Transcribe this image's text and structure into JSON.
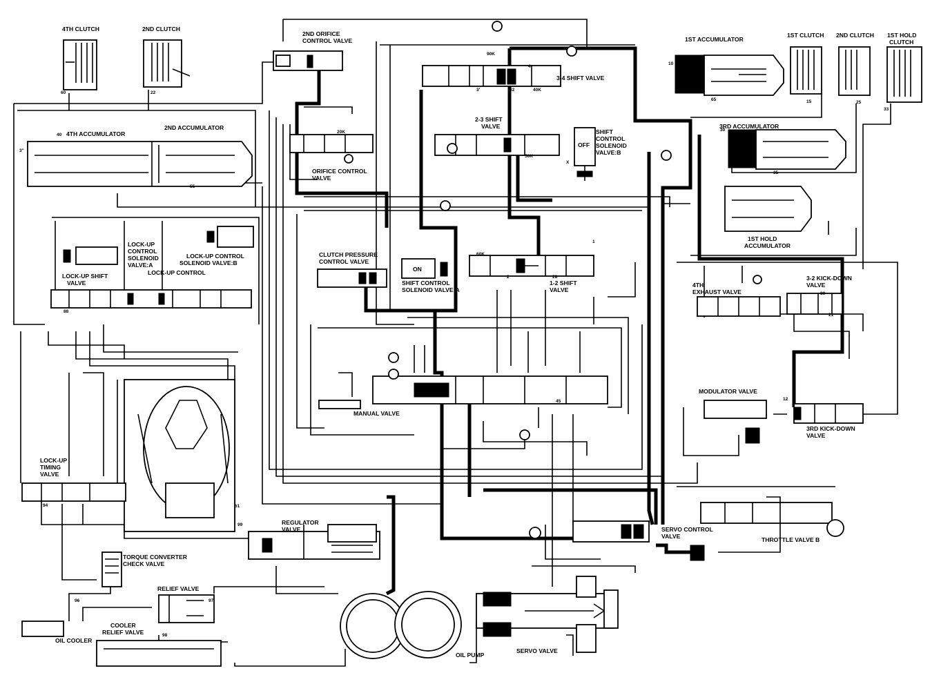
{
  "labels": {
    "clutch_4th": "4TH CLUTCH",
    "clutch_2nd": "2ND CLUTCH",
    "orifice_ctrl_2nd_l1": "2ND ORIFICE",
    "orifice_ctrl_2nd_l2": "CONTROL VALVE",
    "accum_1st": "1ST ACCUMULATOR",
    "clutch_1st": "1ST CLUTCH",
    "clutch_2nd_right": "2ND CLUTCH",
    "hold_clutch_1st_l1": "1ST HOLD",
    "hold_clutch_1st_l2": "CLUTCH",
    "shift_34": "3-4 SHIFT VALVE",
    "accum_4th": "4TH ACCUMULATOR",
    "accum_2nd": "2ND ACCUMULATOR",
    "shift_23_l1": "2-3 SHIFT",
    "shift_23_l2": "VALVE",
    "sol_b_l1": "SHIFT",
    "sol_b_l2": "CONTROL",
    "sol_b_l3": "SOLENOID",
    "sol_b_l4": "VALVE:B",
    "sol_b_state": "OFF",
    "accum_3rd": "3RD ACCUMULATOR",
    "orifice_ctrl_l1": "ORIFICE CONTROL",
    "orifice_ctrl_l2": "VALVE",
    "hold_accum_1st_l1": "1ST HOLD",
    "hold_accum_1st_l2": "ACCUMULATOR",
    "lockup_sol_a_l1": "LOCK-UP",
    "lockup_sol_a_l2": "CONTROL",
    "lockup_sol_a_l3": "SOLENOID",
    "lockup_sol_a_l4": "VALVE:A",
    "lockup_sol_b_l1": "LOCK-UP CONTROL",
    "lockup_sol_b_l2": "SOLENOID VALVE:B",
    "lockup_shift_l1": "LOCK-UP SHIFT",
    "lockup_shift_l2": "VALVE",
    "lockup_control": "LOCK-UP CONTROL",
    "clutch_press_l1": "CLUTCH PRESSURE",
    "clutch_press_l2": "CONTROL VALVE",
    "sol_a_state": "ON",
    "sol_a_l1": "SHIFT CONTROL",
    "sol_a_l2": "SOLENOID VALVE:A",
    "shift_12_l1": "1-2 SHIFT",
    "shift_12_l2": "VALVE",
    "exhaust_4th_l1": "4TH",
    "exhaust_4th_l2": "EXHAUST VALVE",
    "kickdown_32_l1": "3-2 KICK-DOWN",
    "kickdown_32_l2": "VALVE",
    "manual_valve": "MANUAL VALVE",
    "modulator": "MODULATOR VALVE",
    "kickdown_3rd_l1": "3RD KICK-DOWN",
    "kickdown_3rd_l2": "VALVE",
    "lockup_timing_l1": "LOCK-UP",
    "lockup_timing_l2": "TIMING",
    "lockup_timing_l3": "VALVE",
    "regulator_l1": "REGULATOR",
    "regulator_l2": "VALVE",
    "servo_ctrl_l1": "SERVO CONTROL",
    "servo_ctrl_l2": "VALVE",
    "throttle_b": "THROTTLE VALVE B",
    "tc_check_l1": "TORQUE CONVERTER",
    "tc_check_l2": "CHECK VALVE",
    "relief": "RELIEF VALVE",
    "cooler_relief_l1": "COOLER",
    "cooler_relief_l2": "RELIEF VALVE",
    "oil_cooler": "OIL COOLER",
    "oil_pump": "OIL PUMP",
    "servo_valve": "SERVO VALVE"
  },
  "ports": {
    "p60": "60",
    "p22": "22",
    "p40": "40",
    "p20k": "20K",
    "p55": "55",
    "p3": "3\"",
    "p90k": "90K",
    "p4": "4",
    "p3b": "3'",
    "p32": "32",
    "p40k": "40K",
    "p65": "65",
    "p15": "15",
    "p10": "10",
    "p30": "30",
    "p50k": "50K",
    "p25": "25",
    "p35": "35",
    "p33": "33",
    "p88": "88",
    "p61": "61",
    "p21": "21",
    "p80": "80",
    "p12": "12",
    "p94": "94",
    "p99": "99",
    "p96": "96",
    "p97": "97",
    "p98": "98",
    "px": "X",
    "p1": "1",
    "p2": "2",
    "p28": "28",
    "p60k": "60K",
    "p45": "45"
  }
}
